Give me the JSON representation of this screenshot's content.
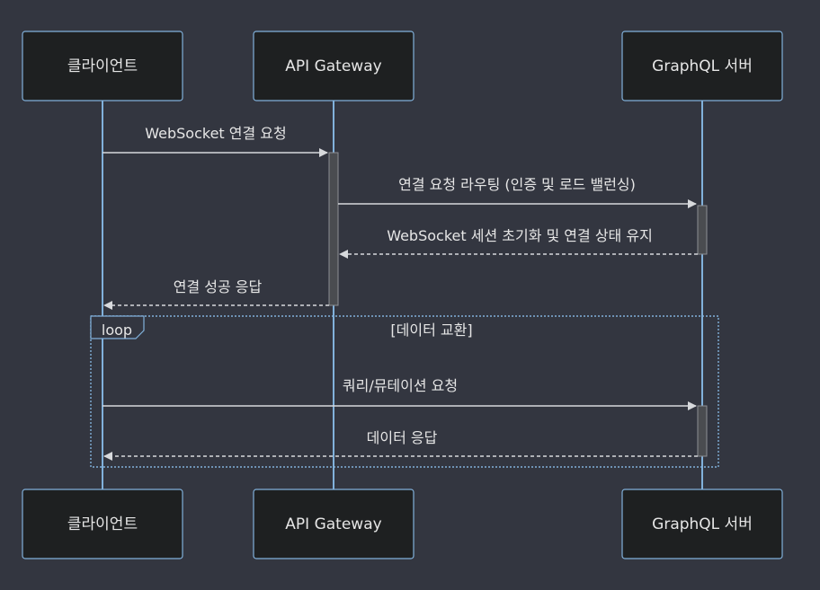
{
  "participants": [
    {
      "id": "client",
      "label": "클라이언트"
    },
    {
      "id": "gateway",
      "label": "API Gateway"
    },
    {
      "id": "server",
      "label": "GraphQL 서버"
    }
  ],
  "messages": [
    {
      "from": "client",
      "to": "gateway",
      "label": "WebSocket 연결 요청",
      "style": "solid"
    },
    {
      "from": "gateway",
      "to": "server",
      "label": "연결 요청 라우팅 (인증 및 로드 밸런싱)",
      "style": "solid"
    },
    {
      "from": "server",
      "to": "gateway",
      "label": "WebSocket 세션 초기화 및 연결 상태 유지",
      "style": "dashed"
    },
    {
      "from": "gateway",
      "to": "client",
      "label": "연결 성공 응답",
      "style": "dashed"
    },
    {
      "from": "client",
      "to": "server",
      "label": "쿼리/뮤테이션 요청",
      "style": "solid"
    },
    {
      "from": "server",
      "to": "client",
      "label": "데이터 응답",
      "style": "dashed"
    }
  ],
  "loop": {
    "keyword": "loop",
    "condition": "[데이터 교환]"
  },
  "colors": {
    "background": "#333640",
    "actor_fill": "#1e2021",
    "line": "#81b1db",
    "message": "#d7d9dc",
    "text": "#e6e6e6"
  }
}
